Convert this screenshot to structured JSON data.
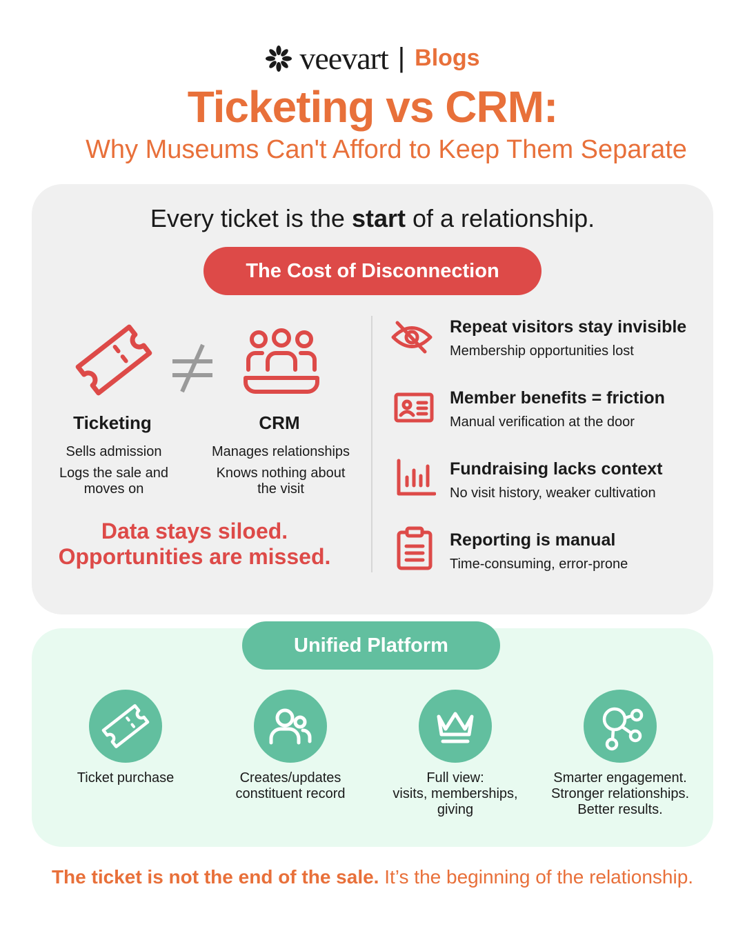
{
  "header": {
    "brand_name": "veevart",
    "brand_separator": "|",
    "brand_section": "Blogs",
    "title": "Ticketing vs CRM:",
    "subtitle": "Why Museums Can't Afford to Keep Them Separate"
  },
  "tagline": {
    "before": "Every ticket is the ",
    "bold": "start",
    "after": " of a relationship."
  },
  "disconnection": {
    "pill": "The Cost of Disconnection",
    "ticketing": {
      "icon": "ticket-icon",
      "title": "Ticketing",
      "line1": "Sells admission",
      "line2a": "Logs the sale and",
      "line2b": "moves on"
    },
    "not_equal_symbol": "≠",
    "crm": {
      "icon": "people-group-icon",
      "title": "CRM",
      "line1": "Manages relationships",
      "line2a": "Knows nothing about",
      "line2b": "the visit"
    },
    "conclusion_line1": "Data stays siloed.",
    "conclusion_line2": "Opportunities are missed.",
    "issues": [
      {
        "icon": "eye-slash-icon",
        "title": "Repeat visitors stay invisible",
        "desc": "Membership opportunities lost"
      },
      {
        "icon": "id-card-icon",
        "title": "Member benefits = friction",
        "desc": "Manual verification at the door"
      },
      {
        "icon": "bar-chart-icon",
        "title": "Fundraising lacks context",
        "desc": "No visit history, weaker cultivation"
      },
      {
        "icon": "clipboard-icon",
        "title": "Reporting is manual",
        "desc": "Time-consuming, error-prone"
      }
    ],
    "accent_color": "#dd4a48"
  },
  "unified": {
    "pill": "Unified Platform",
    "accent_color": "#62bf9f",
    "steps": [
      {
        "icon": "ticket-icon",
        "line1": "Ticket purchase",
        "line2": "",
        "line3": ""
      },
      {
        "icon": "users-icon",
        "line1": "Creates/updates",
        "line2": "constituent record",
        "line3": ""
      },
      {
        "icon": "crown-icon",
        "line1": "Full view:",
        "line2": "visits, memberships,",
        "line3": "giving"
      },
      {
        "icon": "network-icon",
        "line1": "Smarter engagement.",
        "line2": "Stronger relationships.",
        "line3": "Better results."
      }
    ]
  },
  "footer": {
    "bold": "The ticket is not the end of the sale.",
    "rest": " It’s the beginning of the relationship."
  },
  "brand_color": "#e8703a"
}
